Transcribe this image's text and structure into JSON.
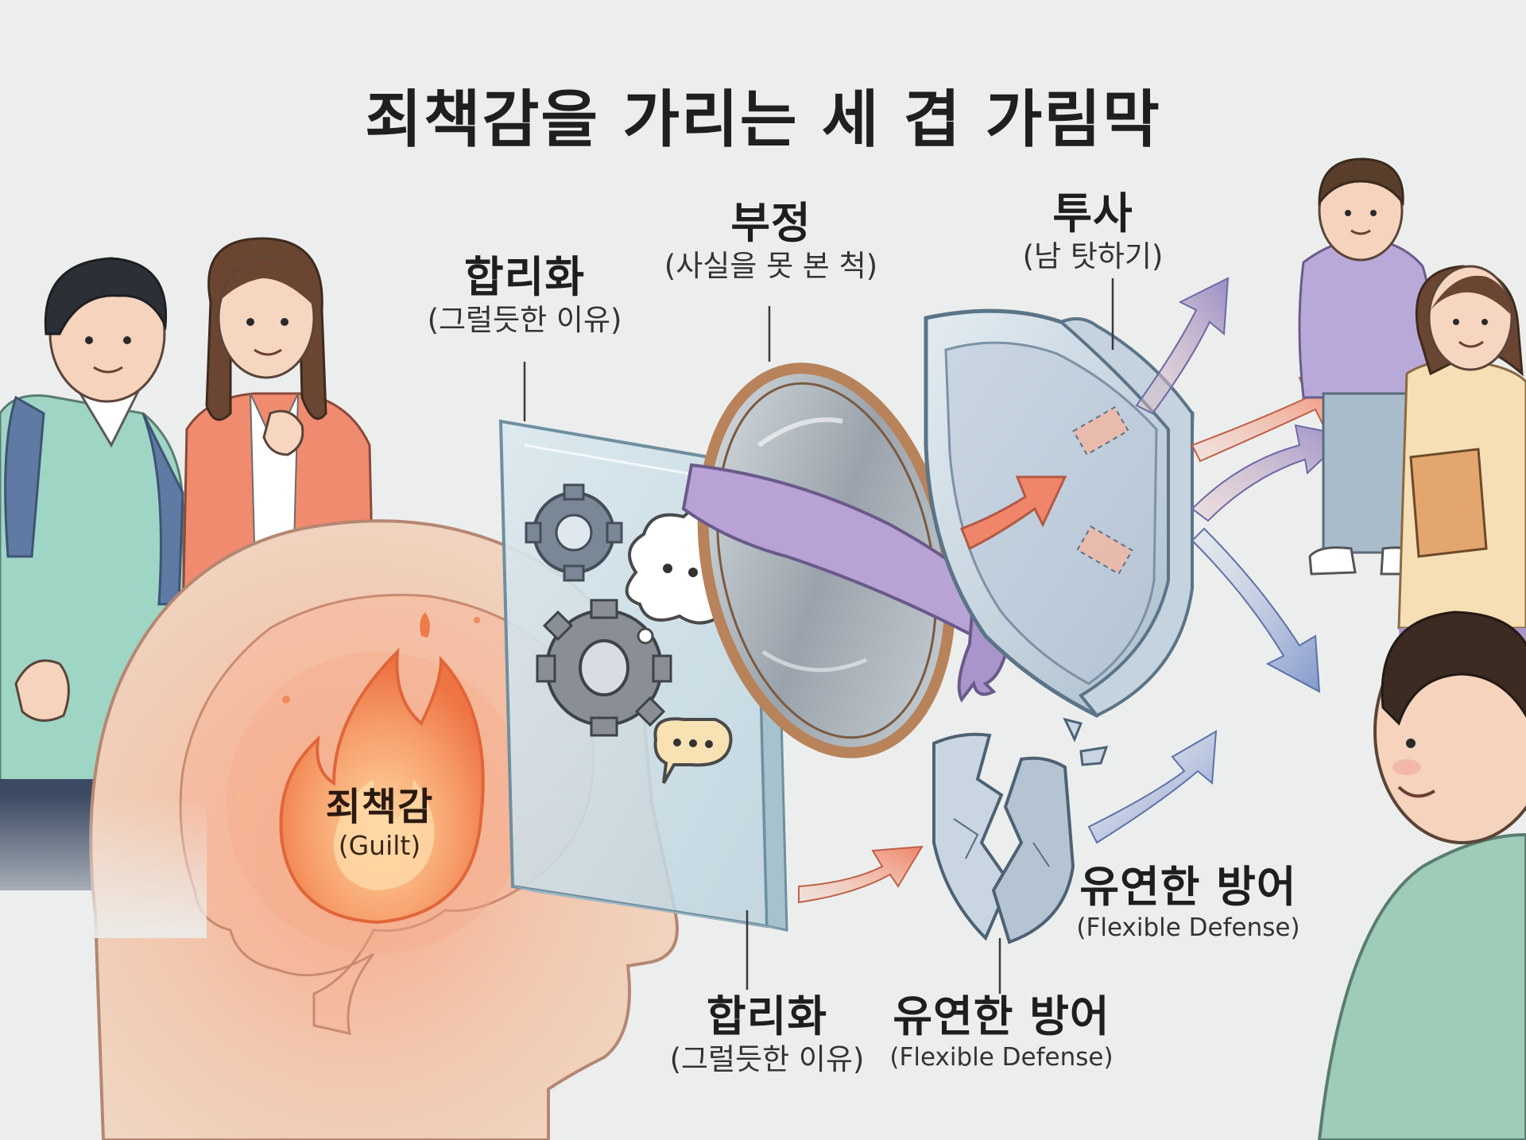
{
  "title": "죄책감을 가리는 세 겹 가림막",
  "core": {
    "label": "죄책감",
    "sub": "(Guilt)"
  },
  "labels": {
    "rationalization_top": {
      "main": "합리화",
      "sub": "(그럴듯한 이유)"
    },
    "denial": {
      "main": "부정",
      "sub": "(사실을 못 본 척)"
    },
    "projection": {
      "main": "투사",
      "sub": "(남 탓하기)"
    },
    "flexible_right": {
      "main": "유연한 방어",
      "sub": "(Flexible Defense)"
    },
    "rationalization_bottom": {
      "main": "합리화",
      "sub": "(그럴듯한 이유)"
    },
    "flexible_bottom": {
      "main": "유연한 방어",
      "sub": "(Flexible Defense)"
    }
  },
  "icons": [
    "gear-icon",
    "thought-bubble-icon",
    "speech-bubble-icon",
    "flame-icon",
    "shield-icon",
    "mirror-icon",
    "arrow-icon"
  ],
  "colors": {
    "background": "#eceeed",
    "flame": "#f28a5a",
    "head": "#f2d3bd",
    "glass": "#cfe1ea",
    "blindfold": "#b9a3d6",
    "arrow_warm": "#f08a70",
    "arrow_cool": "#8aa0cf"
  }
}
